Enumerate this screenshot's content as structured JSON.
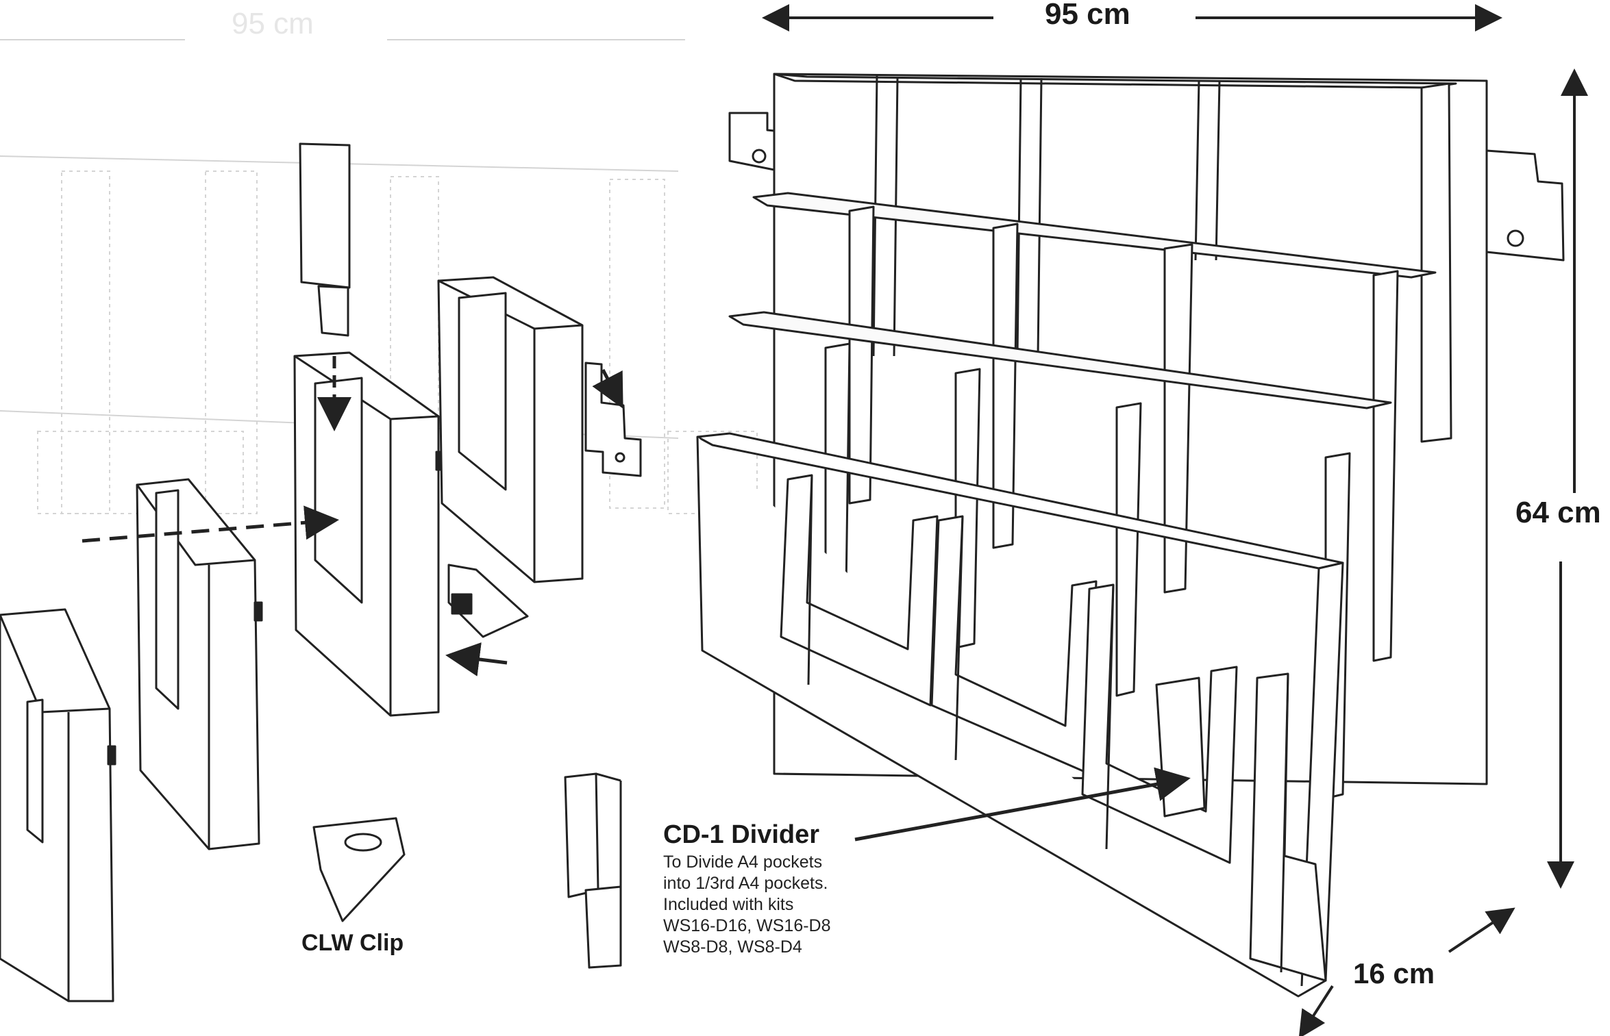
{
  "dimensions": {
    "width": "95 cm",
    "height": "64 cm",
    "depth": "16 cm",
    "faded_width": "95 cm"
  },
  "labels": {
    "clip": "CLW Clip",
    "divider_title": "CD-1 Divider",
    "divider_notes": [
      "To Divide A4 pockets",
      "into 1/3rd A4 pockets.",
      "Included with kits",
      "WS16-D16, WS16-D8",
      "WS8-D8, WS8-D4"
    ]
  },
  "colors": {
    "line": "#222222",
    "faint": "#d4d4d4",
    "background": "#ffffff"
  }
}
